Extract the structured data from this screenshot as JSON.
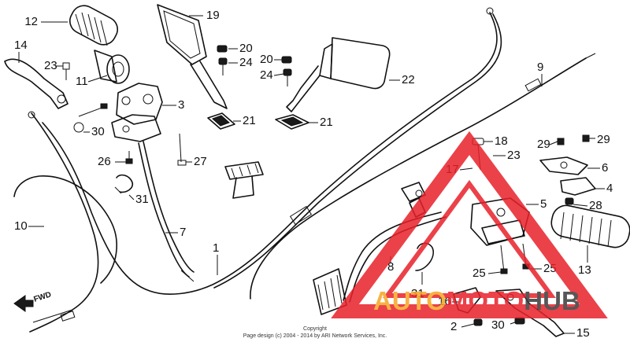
{
  "callouts": [
    {
      "id": "12",
      "label": "12"
    },
    {
      "id": "19",
      "label": "19"
    },
    {
      "id": "14",
      "label": "14"
    },
    {
      "id": "23a",
      "label": "23"
    },
    {
      "id": "11",
      "label": "11"
    },
    {
      "id": "20a",
      "label": "20"
    },
    {
      "id": "24a",
      "label": "24"
    },
    {
      "id": "20b",
      "label": "20"
    },
    {
      "id": "24b",
      "label": "24"
    },
    {
      "id": "22",
      "label": "22"
    },
    {
      "id": "3",
      "label": "3"
    },
    {
      "id": "21a",
      "label": "21"
    },
    {
      "id": "21b",
      "label": "21"
    },
    {
      "id": "30a",
      "label": "30"
    },
    {
      "id": "9",
      "label": "9"
    },
    {
      "id": "18",
      "label": "18"
    },
    {
      "id": "23b",
      "label": "23"
    },
    {
      "id": "29a",
      "label": "29"
    },
    {
      "id": "29b",
      "label": "29"
    },
    {
      "id": "26",
      "label": "26"
    },
    {
      "id": "27",
      "label": "27"
    },
    {
      "id": "17",
      "label": "17"
    },
    {
      "id": "6",
      "label": "6"
    },
    {
      "id": "4",
      "label": "4"
    },
    {
      "id": "31a",
      "label": "31"
    },
    {
      "id": "5",
      "label": "5"
    },
    {
      "id": "28",
      "label": "28"
    },
    {
      "id": "10",
      "label": "10"
    },
    {
      "id": "7",
      "label": "7"
    },
    {
      "id": "1",
      "label": "1"
    },
    {
      "id": "8",
      "label": "8"
    },
    {
      "id": "13",
      "label": "13"
    },
    {
      "id": "25a",
      "label": "25"
    },
    {
      "id": "25b",
      "label": "25"
    },
    {
      "id": "31b",
      "label": "31"
    },
    {
      "id": "16",
      "label": "16"
    },
    {
      "id": "2",
      "label": "2"
    },
    {
      "id": "30b",
      "label": "30"
    },
    {
      "id": "15",
      "label": "15"
    }
  ],
  "direction_label": "FWD",
  "copyright": {
    "line1": "Copyright",
    "line2": "Page design (c) 2004 - 2014 by ARI Network Services, Inc."
  },
  "watermark": {
    "word1": "AUTO",
    "word2": "MOTO",
    "word3": "HUB",
    "color_red": "#e8202a",
    "color_orange": "#f5a623",
    "color_dark": "#3a3a3a"
  }
}
